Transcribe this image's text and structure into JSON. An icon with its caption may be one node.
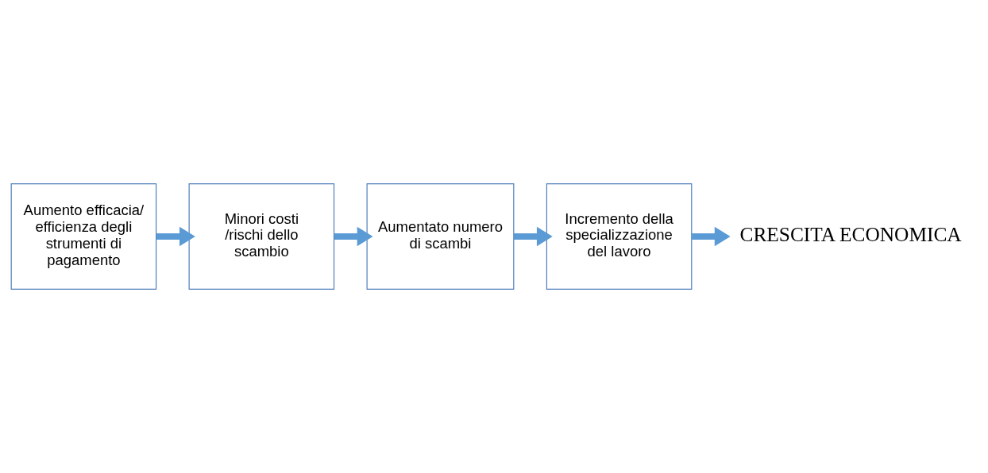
{
  "diagram": {
    "nodes": [
      {
        "text": [
          "Aumento efficacia/efficienza degli strumenti di pagamento"
        ]
      },
      {
        "text": [
          "Minori costi /rischi dello scambio"
        ]
      },
      {
        "text": [
          "Aumentato numero di scambi"
        ]
      },
      {
        "text": [
          "Incremento della specializzazione del lavoro"
        ]
      },
      {
        "text": [
          "CRESCITA ECONOMICA"
        ]
      }
    ],
    "edges": [
      {
        "from": 0,
        "to": 1,
        "arrow": "to"
      },
      {
        "from": 1,
        "to": 2,
        "arrow": "to"
      },
      {
        "from": 2,
        "to": 3,
        "arrow": "to"
      },
      {
        "from": 3,
        "to": 4,
        "arrow": "to"
      }
    ]
  }
}
